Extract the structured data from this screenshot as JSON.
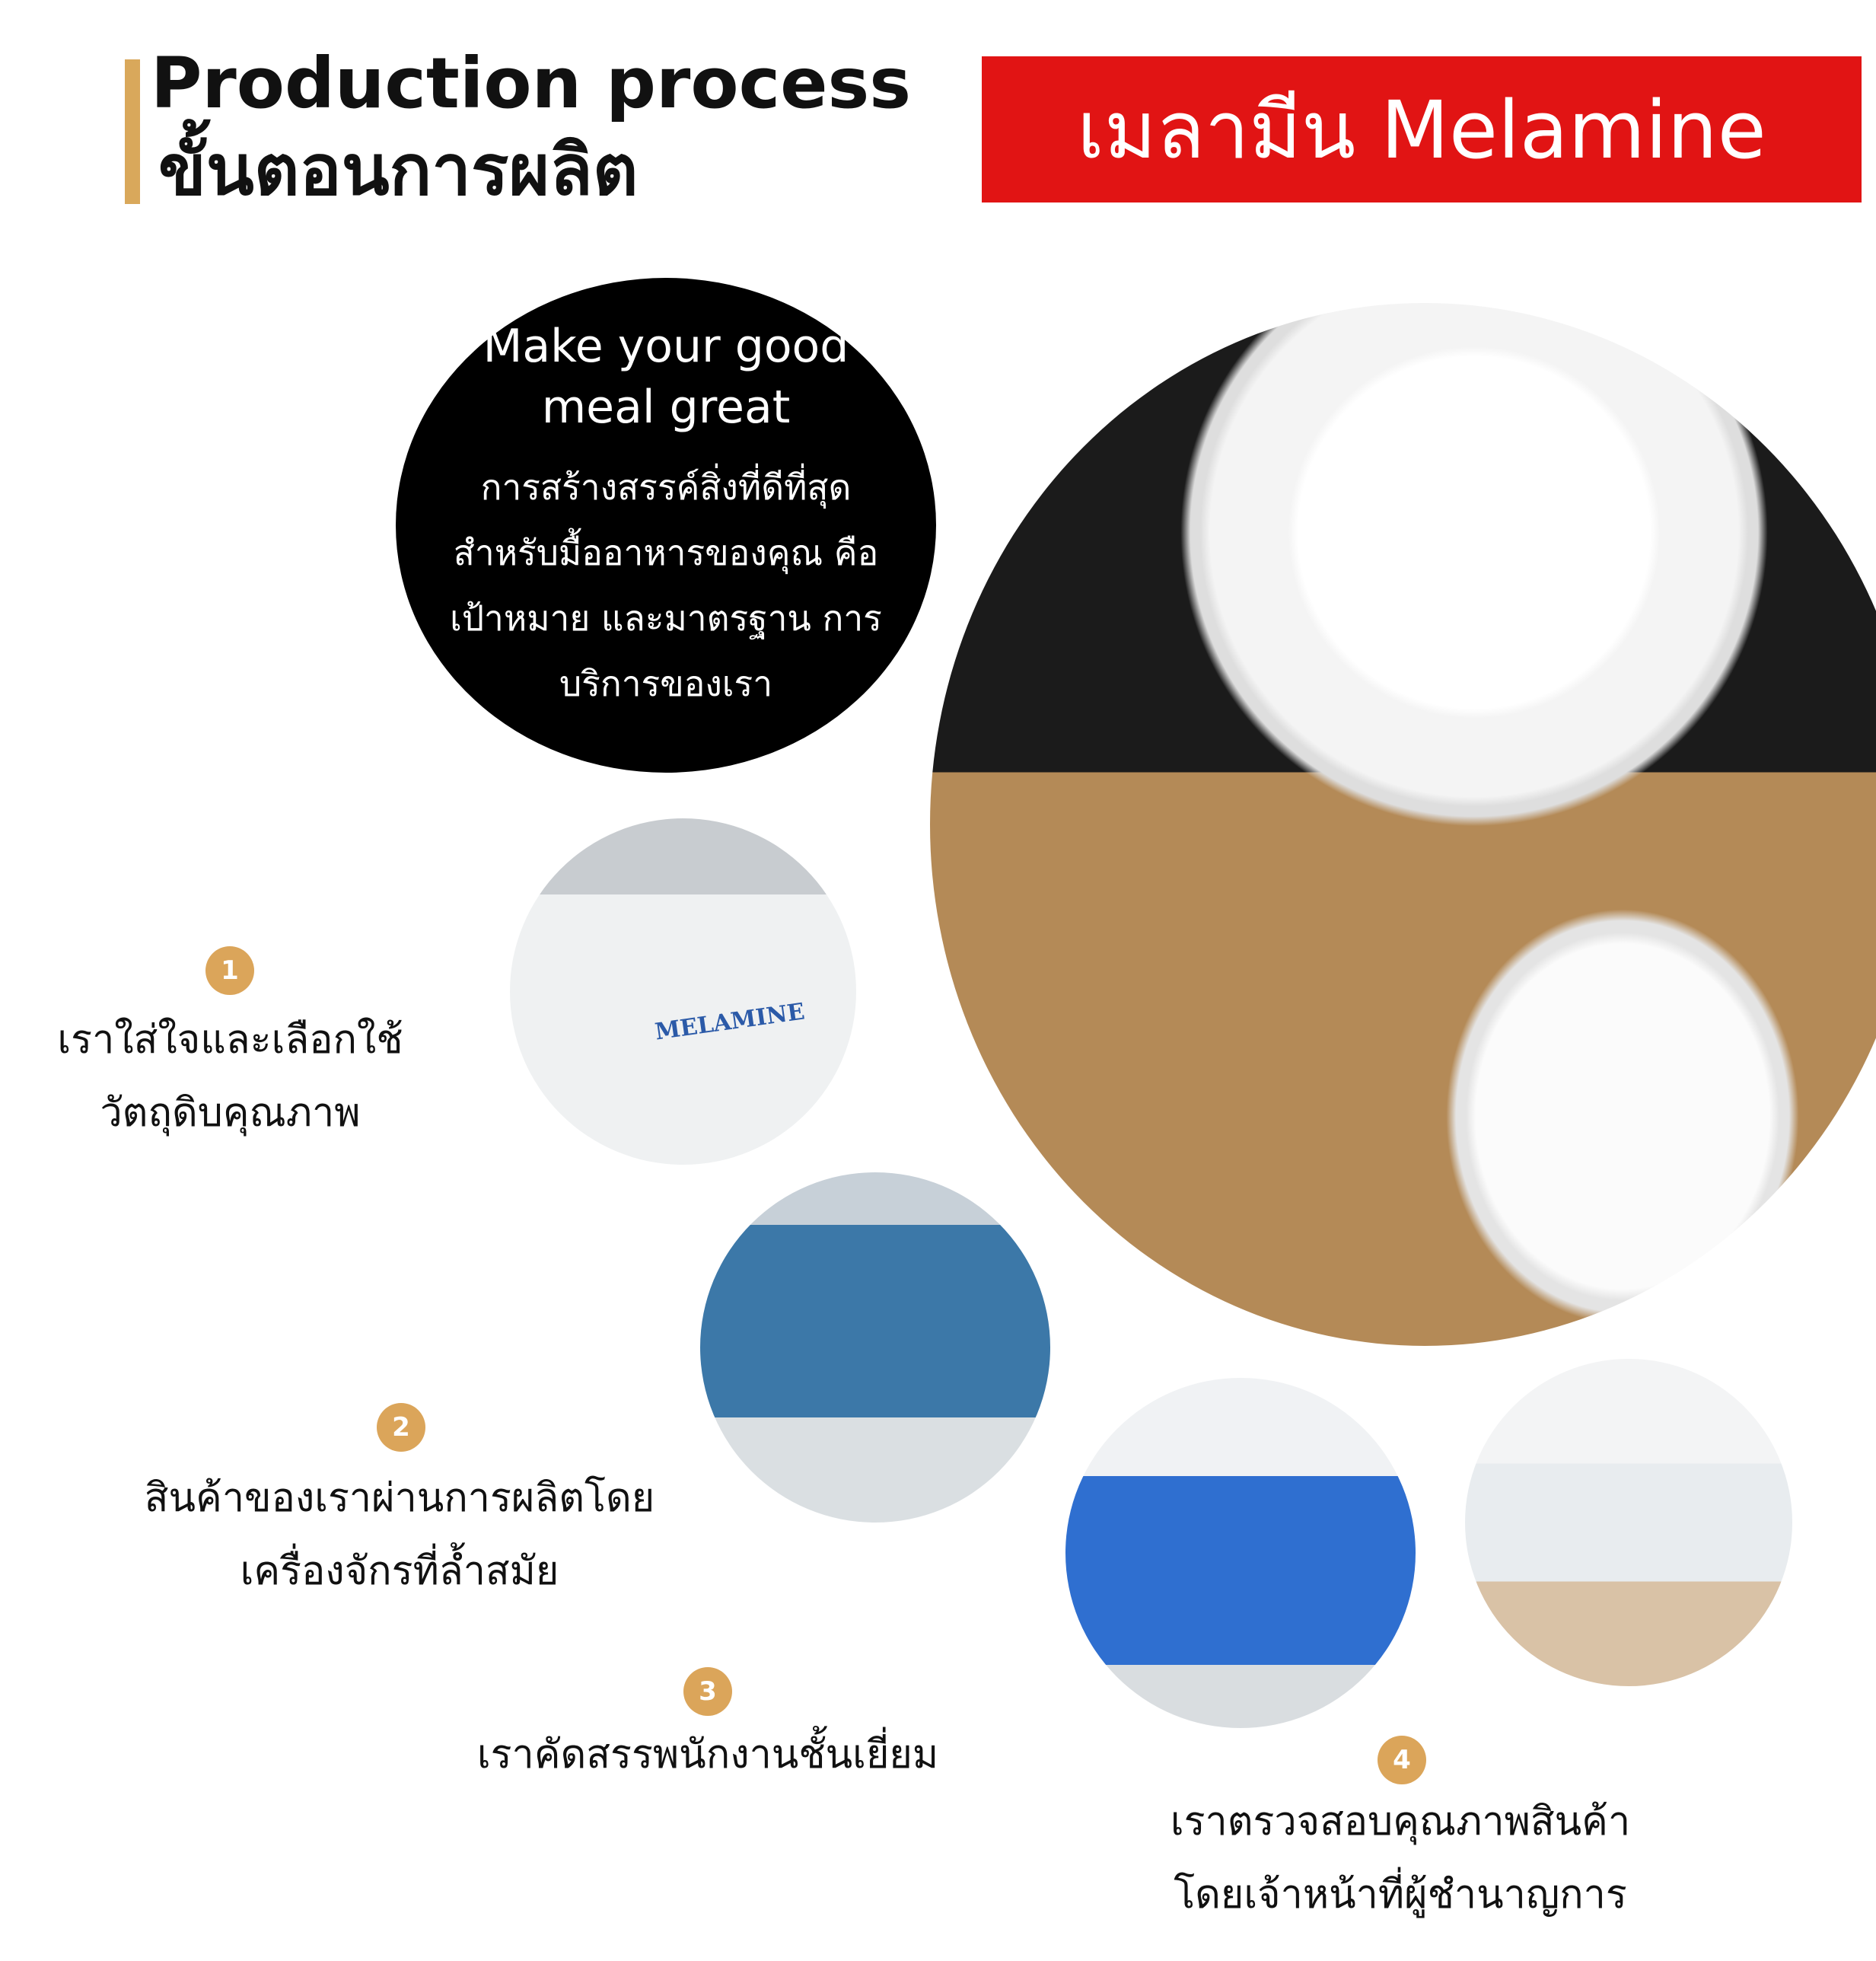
{
  "header": {
    "title_en": "Production process",
    "title_th": "ขั้นตอนการผลิต",
    "banner": "เมลามีน Melamine"
  },
  "tagline": {
    "en": "Make your good meal great",
    "th": "การสร้างสรรค์สิ่งที่ดีที่สุด สำหรับมื้ออาหารของคุณ คือเป้าหมาย และมาตรฐาน การบริการของเรา"
  },
  "photos": {
    "bag_label": "MELAMINE"
  },
  "steps": [
    {
      "number": "1",
      "text_line1": "เราใส่ใจและเลือกใช้",
      "text_line2": "วัตถุดิบคุณภาพ"
    },
    {
      "number": "2",
      "text_line1": "สินค้าของเราผ่านการผลิตโดย",
      "text_line2": "เครื่องจักรที่ล้ำสมัย"
    },
    {
      "number": "3",
      "text_line1": "เราคัดสรรพนักงานชั้นเยี่ยม"
    },
    {
      "number": "4",
      "text_line1": "เราตรวจสอบคุณภาพสินค้า",
      "text_line2": "โดยเจ้าหน้าที่ผู้ชำนาญการ"
    }
  ],
  "colors": {
    "accent": "#d9a85b",
    "banner_red": "#e11414",
    "badge": "#dba55a"
  }
}
